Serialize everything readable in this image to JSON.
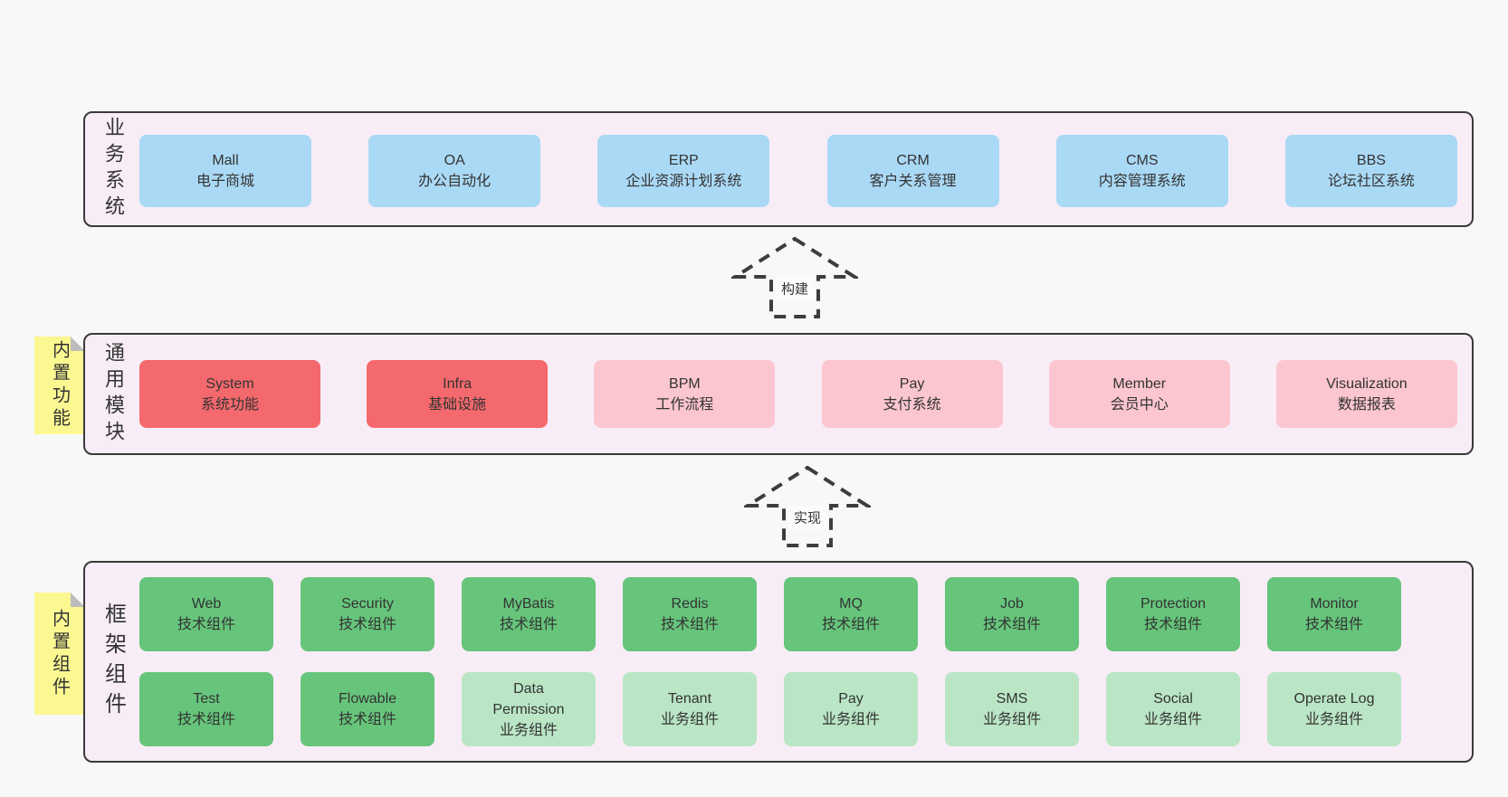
{
  "palette": {
    "canvas_bg": "#f8f8f8",
    "container_bg": "#f8edf6",
    "container_border": "#3a3a3a",
    "note_bg": "#fbf892",
    "note_fold": "#bdbdbd",
    "text": "#333333",
    "arrow": "#3d3d3d",
    "arrow_label_bg": "#fbfbfb",
    "blue": "#aad9f5",
    "red": "#f4696d",
    "pink": "#fbc6cf",
    "green": "#66c57b",
    "lightgreen": "#bae6c5"
  },
  "layers": [
    {
      "id": "business-systems",
      "side_label": "业务系统",
      "rows": [
        [
          {
            "en": "Mall",
            "zh": "电子商城",
            "variant": "blue"
          },
          {
            "en": "OA",
            "zh": "办公自动化",
            "variant": "blue"
          },
          {
            "en": "ERP",
            "zh": "企业资源计划系统",
            "variant": "blue"
          },
          {
            "en": "CRM",
            "zh": "客户关系管理",
            "variant": "blue"
          },
          {
            "en": "CMS",
            "zh": "内容管理系统",
            "variant": "blue"
          },
          {
            "en": "BBS",
            "zh": "论坛社区系统",
            "variant": "blue"
          }
        ]
      ]
    },
    {
      "id": "common-modules",
      "side_label": "通用模块",
      "note": "内置功能",
      "rows": [
        [
          {
            "en": "System",
            "zh": "系统功能",
            "variant": "red"
          },
          {
            "en": "Infra",
            "zh": "基础设施",
            "variant": "red"
          },
          {
            "en": "BPM",
            "zh": "工作流程",
            "variant": "pink"
          },
          {
            "en": "Pay",
            "zh": "支付系统",
            "variant": "pink"
          },
          {
            "en": "Member",
            "zh": "会员中心",
            "variant": "pink"
          },
          {
            "en": "Visualization",
            "zh": "数据报表",
            "variant": "pink"
          }
        ]
      ]
    },
    {
      "id": "framework-components",
      "side_label": "框架组件",
      "note": "内置组件",
      "rows": [
        [
          {
            "en": "Web",
            "zh": "技术组件",
            "variant": "green"
          },
          {
            "en": "Security",
            "zh": "技术组件",
            "variant": "green"
          },
          {
            "en": "MyBatis",
            "zh": "技术组件",
            "variant": "green"
          },
          {
            "en": "Redis",
            "zh": "技术组件",
            "variant": "green"
          },
          {
            "en": "MQ",
            "zh": "技术组件",
            "variant": "green"
          },
          {
            "en": "Job",
            "zh": "技术组件",
            "variant": "green"
          },
          {
            "en": "Protection",
            "zh": "技术组件",
            "variant": "green"
          },
          {
            "en": "Monitor",
            "zh": "技术组件",
            "variant": "green"
          }
        ],
        [
          {
            "en": "Test",
            "zh": "技术组件",
            "variant": "green"
          },
          {
            "en": "Flowable",
            "zh": "技术组件",
            "variant": "green"
          },
          {
            "en": "Data\nPermission",
            "zh": "业务组件",
            "variant": "lightgreen"
          },
          {
            "en": "Tenant",
            "zh": "业务组件",
            "variant": "lightgreen"
          },
          {
            "en": "Pay",
            "zh": "业务组件",
            "variant": "lightgreen"
          },
          {
            "en": "SMS",
            "zh": "业务组件",
            "variant": "lightgreen"
          },
          {
            "en": "Social",
            "zh": "业务组件",
            "variant": "lightgreen"
          },
          {
            "en": "Operate Log",
            "zh": "业务组件",
            "variant": "lightgreen"
          }
        ]
      ]
    }
  ],
  "arrows": [
    {
      "id": "build",
      "label": "构建"
    },
    {
      "id": "implement",
      "label": "实现"
    }
  ]
}
